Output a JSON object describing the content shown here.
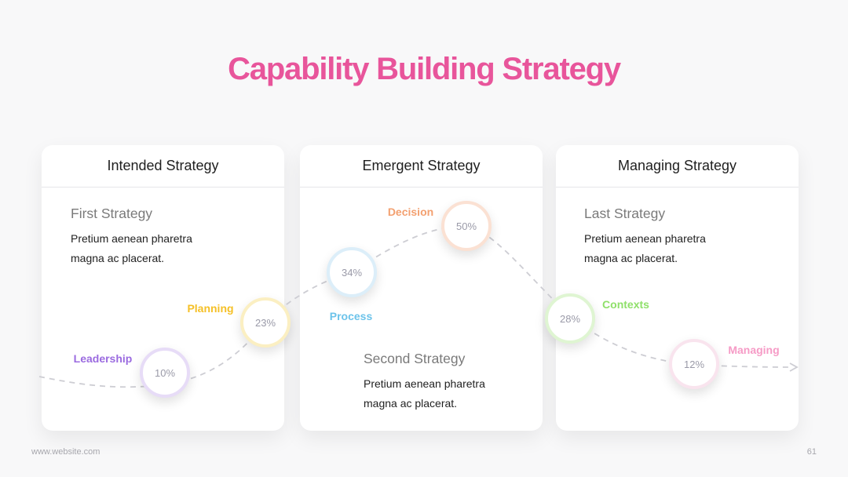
{
  "title": "Capability Building Strategy",
  "cards": [
    {
      "heading": "Intended Strategy"
    },
    {
      "heading": "Emergent Strategy"
    },
    {
      "heading": "Managing Strategy"
    }
  ],
  "blocks": [
    {
      "title": "First Strategy",
      "text": "Pretium aenean pharetra magna ac placerat."
    },
    {
      "title": "Second Strategy",
      "text": "Pretium aenean pharetra magna ac placerat."
    },
    {
      "title": "Last Strategy",
      "text": "Pretium aenean pharetra magna ac placerat."
    }
  ],
  "steps": [
    {
      "label": "Leadership",
      "value": "10%",
      "color": "#9b6be0",
      "ring": "#e7dcf7"
    },
    {
      "label": "Planning",
      "value": "23%",
      "color": "#f5c027",
      "ring": "#fbefc2"
    },
    {
      "label": "Process",
      "value": "34%",
      "color": "#6cc3ea",
      "ring": "#dceef9"
    },
    {
      "label": "Decision",
      "value": "50%",
      "color": "#f3a070",
      "ring": "#fbe1d3"
    },
    {
      "label": "Contexts",
      "value": "28%",
      "color": "#8fe06a",
      "ring": "#dff5d2"
    },
    {
      "label": "Managing",
      "value": "12%",
      "color": "#f69bc6",
      "ring": "#f9e4ee"
    }
  ],
  "footer": {
    "website": "www.website.com",
    "page": "61"
  }
}
